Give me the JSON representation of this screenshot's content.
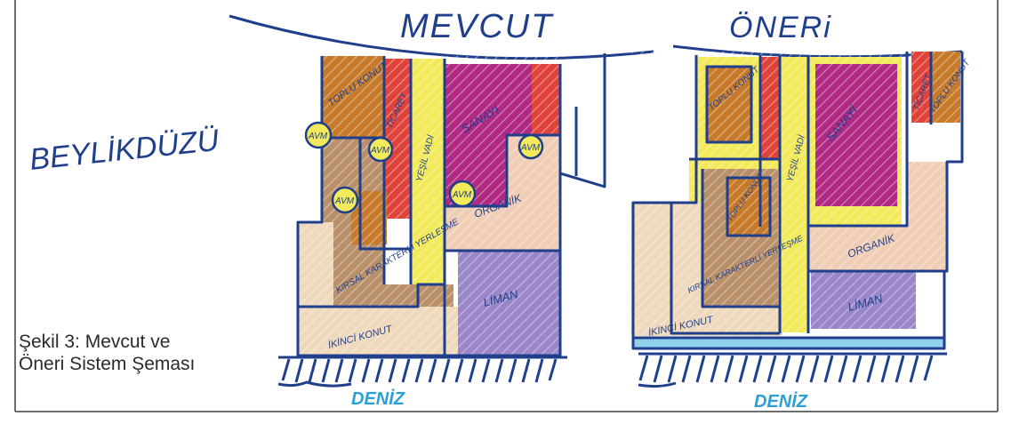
{
  "diagram": {
    "left_title": "MEVCUT",
    "right_title": "ÖNERi",
    "side_label": "BEYLİKDÜZÜ",
    "sea_label_left": "DENİZ",
    "sea_label_right": "DENİZ",
    "avm_label": "AVM",
    "mevcut": {
      "toplu_konut": "TOPLU KONUT",
      "ticaret": "TİCARET",
      "yesil_vadi": "YEŞİL VADİ",
      "sanayi": "SANAYİ",
      "organik": "ORGANİK",
      "kirsal": "KIRSAL KARAKTERLİ YERLEŞME",
      "liman": "LİMAN",
      "ikinci_konut": "İKİNCİ KONUT"
    },
    "oneri": {
      "toplu_konut_1": "TOPLU KONUT",
      "toplu_konut_2": "TOPLU KONUT",
      "toplu_konut_3": "TOPLU KONUT",
      "ticaret": "TİCARET",
      "yesil_vadi": "YEŞİL VADİ",
      "sanayi": "SANAYİ",
      "organik": "ORGANİK",
      "kirsal": "KIRSAL KARAKTERLİ YERLEŞME",
      "liman": "LİMAN",
      "ikinci_konut": "İKİNCİ KONUT"
    }
  },
  "caption": {
    "line1": "Şekil 3: Mevcut ve",
    "line2": "Öneri Sistem Şeması"
  },
  "colors": {
    "ink": "#1f3f8c",
    "toplu_konut": "#c77a2a",
    "ticaret": "#e0433a",
    "yesil_vadi": "#f2ea5a",
    "sanayi": "#b02a84",
    "organik": "#f0cdb5",
    "kirsal": "#b9906a",
    "liman": "#9a86c9",
    "ikinci_konut": "#efd9bd",
    "sea": "#8fd0ec"
  }
}
